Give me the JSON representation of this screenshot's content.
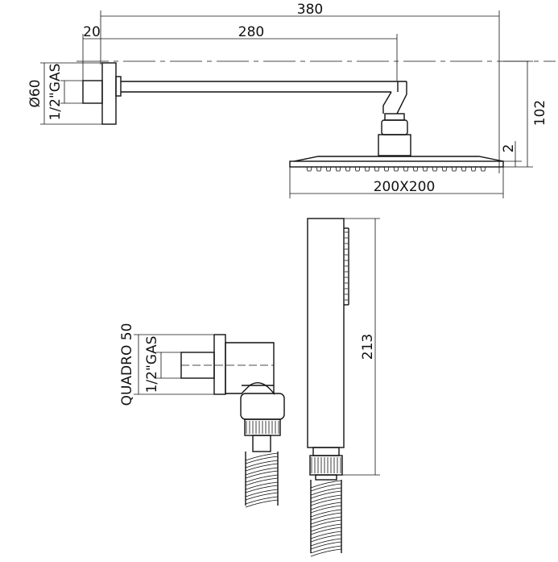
{
  "dimensions": {
    "total_length": "380",
    "flange_offset": "20",
    "arm_length": "280",
    "flange_diameter": "Ø60",
    "flange_thread": "1/2\"GAS",
    "height": "102",
    "head_thickness": "2",
    "head_size": "200X200",
    "hand_shower_length": "213",
    "outlet_square": "QUADRO 50",
    "outlet_thread": "1/2\"GAS"
  }
}
